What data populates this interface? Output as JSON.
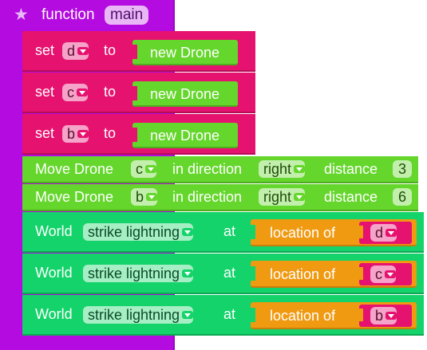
{
  "function": {
    "star": "★",
    "keyword": "function",
    "name": "main"
  },
  "sets": [
    {
      "keyword": "set",
      "var": "d",
      "to": "to",
      "value": "new Drone"
    },
    {
      "keyword": "set",
      "var": "c",
      "to": "to",
      "value": "new Drone"
    },
    {
      "keyword": "set",
      "var": "b",
      "to": "to",
      "value": "new Drone"
    }
  ],
  "moves": [
    {
      "label": "Move Drone",
      "drone": "c",
      "in_direction": "in direction",
      "direction": "right",
      "distance_label": "distance",
      "distance": "3"
    },
    {
      "label": "Move Drone",
      "drone": "b",
      "in_direction": "in direction",
      "direction": "right",
      "distance_label": "distance",
      "distance": "6"
    }
  ],
  "strikes": [
    {
      "world": "World",
      "action": "strike lightning",
      "at": "at",
      "location": "location of",
      "target": "d"
    },
    {
      "world": "World",
      "action": "strike lightning",
      "at": "at",
      "location": "location of",
      "target": "c"
    },
    {
      "world": "World",
      "action": "strike lightning",
      "at": "at",
      "location": "location of",
      "target": "b"
    }
  ],
  "colors": {
    "function": "#b30be0",
    "variable": "#e6126f",
    "drone": "#65d62c",
    "world": "#13d36a",
    "location": "#f09a12"
  }
}
